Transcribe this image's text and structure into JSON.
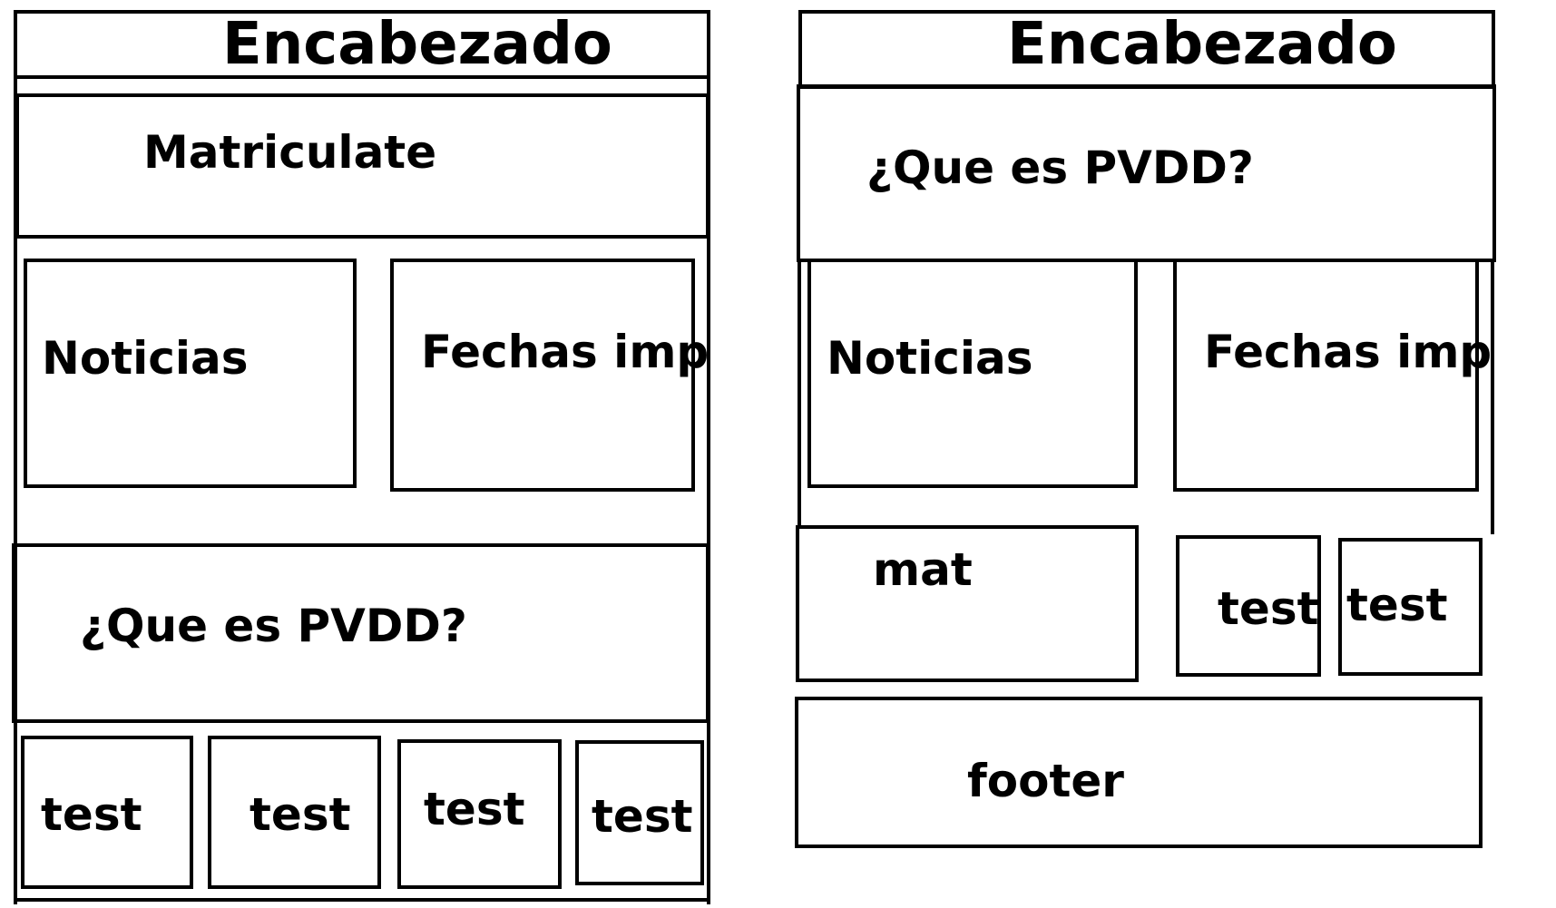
{
  "left_wireframe": {
    "header": "Encabezado",
    "enroll": "Matriculate",
    "news": "Noticias",
    "dates": "Fechas imp",
    "about": "¿Que es PVDD?",
    "tests": [
      "test",
      "test",
      "test",
      "test"
    ]
  },
  "right_wireframe": {
    "header": "Encabezado",
    "about": "¿Que es PVDD?",
    "news": "Noticias",
    "dates": "Fechas imp",
    "enroll": "mat",
    "tests": [
      "test",
      "test"
    ],
    "footer": "footer"
  }
}
